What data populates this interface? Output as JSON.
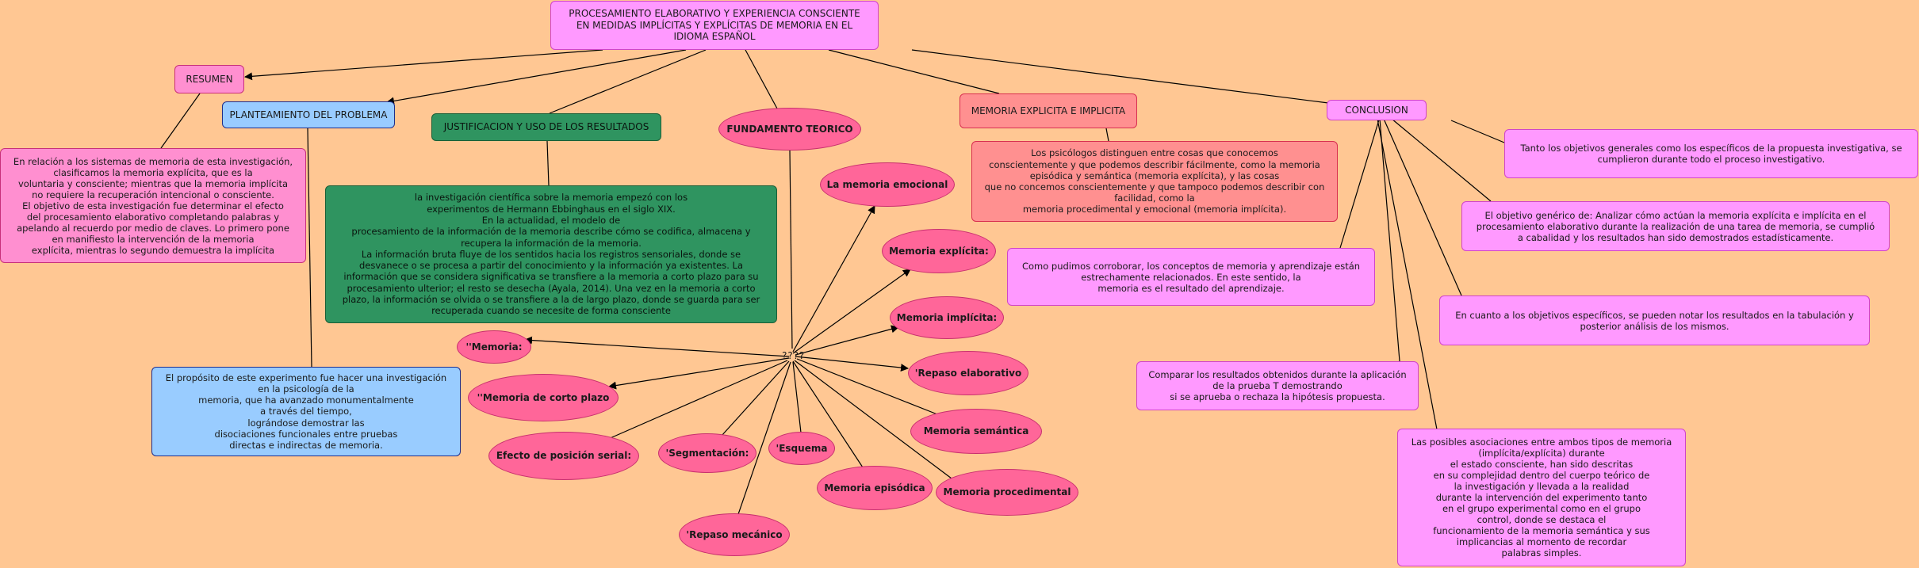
{
  "title": "PROCESAMIENTO ELABORATIVO Y EXPERIENCIA CONSCIENTE\nEN MEDIDAS IMPLÍCITAS Y EXPLÍCITAS DE MEMORIA EN EL\nIDIOMA ESPAÑOL",
  "branches": {
    "resumen": "RESUMEN",
    "planteamiento": "PLANTEAMIENTO DEL PROBLEMA",
    "justificacion": "JUSTIFICACION Y USO DE LOS RESULTADOS",
    "fundamento": "FUNDAMENTO TEORICO",
    "memoria_explicita_implicita": "MEMORIA EXPLICITA E IMPLICITA",
    "conclusion": "CONCLUSION"
  },
  "texts": {
    "resumen_text": "En relación a los sistemas de memoria de esta investigación,\nclasificamos la memoria explícita, que es la\nvoluntaria y consciente; mientras que la memoria implícita\nno requiere la recuperación intencional o consciente.\nEl objetivo de esta investigación fue determinar el efecto\ndel procesamiento elaborativo completando palabras y\napelando al recuerdo por medio de claves. Lo primero pone\nen manifiesto la intervención de la memoria\nexplícita, mientras lo segundo demuestra la implícita",
    "planteamiento_text": "El propósito de este experimento fue hacer una investigación\nen la psicología de la\nmemoria, que ha avanzado monumentalmente\na través del tiempo,\nlográndose demostrar las\ndisociaciones funcionales entre pruebas\ndirectas e indirectas de memoria.",
    "justificacion_text": "la investigación científica sobre la memoria empezó con los\nexperimentos de Hermann Ebbinghaus en el siglo XIX.\nEn la actualidad, el modelo de\nprocesamiento de la información de la memoria describe cómo se codifica, almacena y\nrecupera la información de la memoria.\nLa información bruta fluye de los sentidos hacia los registros sensoriales, donde se\ndesvanece o se procesa a partir del conocimiento y la información ya existentes. La\ninformación que se considera significativa se transfiere a la memoria a corto plazo para su\nprocesamiento ulterior; el resto se desecha (Ayala, 2014). Una vez en la memoria a corto\nplazo, la información se olvida o se transfiere a la de largo plazo, donde se guarda para ser\nrecuperada cuando se necesite de forma consciente",
    "memoria_text": "Los psicólogos distinguen entre cosas que conocemos\nconscientemente y que podemos describir fácilmente, como la memoria\nepisódica y semántica (memoria explícita), y las cosas\nque no concemos conscientemente y que tampoco podemos describir con\nfacilidad, como la\nmemoria procedimental y emocional (memoria implícita)."
  },
  "hub_label": "????",
  "concepts": {
    "emocional": "La memoria emocional",
    "explicita": "Memoria explícita:",
    "implicita": "Memoria implícita:",
    "repaso_elaborativo": "'Repaso elaborativo",
    "semantica": "Memoria semántica",
    "procedimental": "Memoria procedimental",
    "episodica": "Memoria episódica",
    "esquema": "'Esquema",
    "repaso_mecanico": "'Repaso mecánico",
    "segmentacion": "'Segmentación:",
    "posicion_serial": "Efecto de posición serial:",
    "corto_plazo": "''Memoria de corto plazo",
    "memoria": "''Memoria:"
  },
  "conclusions": {
    "c1": "Tanto los objetivos generales como los específicos de la propuesta investigativa, se\ncumplieron durante todo el proceso investigativo.",
    "c2": "El objetivo genérico de: Analizar cómo actúan la memoria explícita e implícita en el\nprocesamiento elaborativo durante la realización de una tarea de memoria, se cumplió\na cabalidad y los resultados han sido demostrados estadísticamente.",
    "c3": "Como pudimos corroborar, los conceptos de memoria y aprendizaje están\nestrechamente relacionados. En este sentido, la\nmemoria es el resultado del aprendizaje.",
    "c4": "En cuanto a los objetivos específicos, se pueden notar los resultados en la tabulación y\nposterior análisis de los mismos.",
    "c5": "Comparar los resultados obtenidos durante la aplicación\nde la prueba T demostrando\nsi se aprueba o rechaza la hipótesis propuesta.",
    "c6": "Las posibles asociaciones entre ambos tipos de memoria\n(implícita/explícita) durante\nel estado consciente, han sido descritas\nen su complejidad dentro del cuerpo teórico de\nla investigación y llevada a la realidad\ndurante la intervención del experimento tanto\nen el grupo experimental como en el grupo\ncontrol, donde se destaca el\nfuncionamiento de la memoria semántica y sus\nimplicancias al momento de recordar\npalabras simples."
  },
  "colors": {
    "background": "#FFC793",
    "pink": "#FF99FF",
    "oval": "#FF6699",
    "blue": "#99CCFF",
    "green": "#2F9460",
    "salmon": "#FF9090",
    "line": "#000000"
  }
}
